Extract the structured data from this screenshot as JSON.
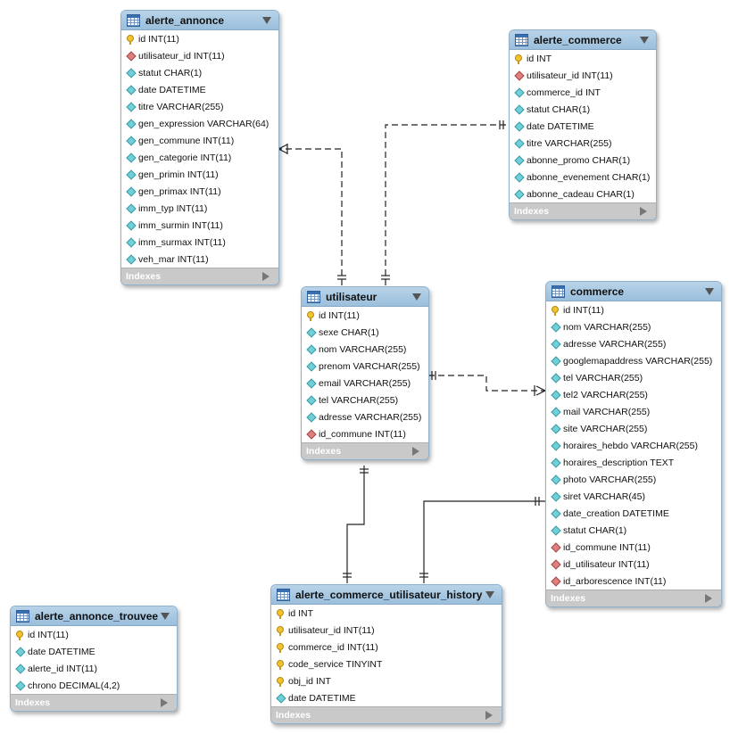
{
  "indexes_label": "Indexes",
  "colors": {
    "header": "#a7c6e0",
    "column_icon": "#6fd0d8",
    "foreign_key_icon": "#e07f7f",
    "primary_key_icon": "#f2c230",
    "indexes_bar": "#c9c9c9"
  },
  "tables": [
    {
      "id": "alerte_annonce",
      "name": "alerte_annonce",
      "columns": [
        {
          "text": "id INT(11)",
          "icon": "key"
        },
        {
          "text": "utilisateur_id INT(11)",
          "icon": "fk"
        },
        {
          "text": "statut CHAR(1)",
          "icon": "dia"
        },
        {
          "text": "date DATETIME",
          "icon": "dia"
        },
        {
          "text": "titre VARCHAR(255)",
          "icon": "dia"
        },
        {
          "text": "gen_expression VARCHAR(64)",
          "icon": "dia"
        },
        {
          "text": "gen_commune INT(11)",
          "icon": "dia"
        },
        {
          "text": "gen_categorie INT(11)",
          "icon": "dia"
        },
        {
          "text": "gen_primin INT(11)",
          "icon": "dia"
        },
        {
          "text": "gen_primax INT(11)",
          "icon": "dia"
        },
        {
          "text": "imm_typ INT(11)",
          "icon": "dia"
        },
        {
          "text": "imm_surmin INT(11)",
          "icon": "dia"
        },
        {
          "text": "imm_surmax INT(11)",
          "icon": "dia"
        },
        {
          "text": "veh_mar INT(11)",
          "icon": "dia"
        }
      ]
    },
    {
      "id": "alerte_commerce",
      "name": "alerte_commerce",
      "columns": [
        {
          "text": "id INT",
          "icon": "key"
        },
        {
          "text": "utilisateur_id INT(11)",
          "icon": "fk"
        },
        {
          "text": "commerce_id INT",
          "icon": "dia"
        },
        {
          "text": "statut CHAR(1)",
          "icon": "dia"
        },
        {
          "text": "date DATETIME",
          "icon": "dia"
        },
        {
          "text": "titre VARCHAR(255)",
          "icon": "dia"
        },
        {
          "text": "abonne_promo CHAR(1)",
          "icon": "dia"
        },
        {
          "text": "abonne_evenement CHAR(1)",
          "icon": "dia"
        },
        {
          "text": "abonne_cadeau CHAR(1)",
          "icon": "dia"
        }
      ]
    },
    {
      "id": "utilisateur",
      "name": "utilisateur",
      "columns": [
        {
          "text": "id INT(11)",
          "icon": "key"
        },
        {
          "text": "sexe CHAR(1)",
          "icon": "dia"
        },
        {
          "text": "nom VARCHAR(255)",
          "icon": "dia"
        },
        {
          "text": "prenom VARCHAR(255)",
          "icon": "dia"
        },
        {
          "text": "email VARCHAR(255)",
          "icon": "dia"
        },
        {
          "text": "tel VARCHAR(255)",
          "icon": "dia"
        },
        {
          "text": "adresse VARCHAR(255)",
          "icon": "dia"
        },
        {
          "text": "id_commune INT(11)",
          "icon": "fk"
        }
      ]
    },
    {
      "id": "commerce",
      "name": "commerce",
      "columns": [
        {
          "text": "id INT(11)",
          "icon": "key"
        },
        {
          "text": "nom VARCHAR(255)",
          "icon": "dia"
        },
        {
          "text": "adresse VARCHAR(255)",
          "icon": "dia"
        },
        {
          "text": "googlemapaddress VARCHAR(255)",
          "icon": "dia"
        },
        {
          "text": "tel VARCHAR(255)",
          "icon": "dia"
        },
        {
          "text": "tel2 VARCHAR(255)",
          "icon": "dia"
        },
        {
          "text": "mail VARCHAR(255)",
          "icon": "dia"
        },
        {
          "text": "site VARCHAR(255)",
          "icon": "dia"
        },
        {
          "text": "horaires_hebdo VARCHAR(255)",
          "icon": "dia"
        },
        {
          "text": "horaires_description TEXT",
          "icon": "dia"
        },
        {
          "text": "photo VARCHAR(255)",
          "icon": "dia"
        },
        {
          "text": "siret VARCHAR(45)",
          "icon": "dia"
        },
        {
          "text": "date_creation DATETIME",
          "icon": "dia"
        },
        {
          "text": "statut CHAR(1)",
          "icon": "dia"
        },
        {
          "text": "id_commune INT(11)",
          "icon": "fk"
        },
        {
          "text": "id_utilisateur INT(11)",
          "icon": "fk"
        },
        {
          "text": "id_arborescence INT(11)",
          "icon": "fk"
        }
      ]
    },
    {
      "id": "alerte_commerce_utilisateur_history",
      "name": "alerte_commerce_utilisateur_history",
      "columns": [
        {
          "text": "id INT",
          "icon": "key"
        },
        {
          "text": "utilisateur_id INT(11)",
          "icon": "key"
        },
        {
          "text": "commerce_id INT(11)",
          "icon": "key"
        },
        {
          "text": "code_service TINYINT",
          "icon": "key"
        },
        {
          "text": "obj_id INT",
          "icon": "key"
        },
        {
          "text": "date DATETIME",
          "icon": "dia"
        }
      ]
    },
    {
      "id": "alerte_annonce_trouvee",
      "name": "alerte_annonce_trouvee",
      "columns": [
        {
          "text": "id INT(11)",
          "icon": "key"
        },
        {
          "text": "date DATETIME",
          "icon": "dia"
        },
        {
          "text": "alerte_id INT(11)",
          "icon": "dia"
        },
        {
          "text": "chrono DECIMAL(4,2)",
          "icon": "dia"
        }
      ]
    }
  ],
  "relationships": [
    {
      "from": "utilisateur",
      "to": "alerte_annonce",
      "from_cardinality": "one",
      "to_cardinality": "many",
      "style": "dashed"
    },
    {
      "from": "utilisateur",
      "to": "alerte_commerce",
      "from_cardinality": "one",
      "to_cardinality": "one",
      "style": "dashed"
    },
    {
      "from": "utilisateur",
      "to": "commerce",
      "from_cardinality": "one",
      "to_cardinality": "many",
      "style": "dashed"
    },
    {
      "from": "utilisateur",
      "to": "alerte_commerce_utilisateur_history",
      "from_cardinality": "one",
      "to_cardinality": "one",
      "style": "solid"
    },
    {
      "from": "commerce",
      "to": "alerte_commerce_utilisateur_history",
      "from_cardinality": "one",
      "to_cardinality": "one",
      "style": "solid"
    }
  ]
}
